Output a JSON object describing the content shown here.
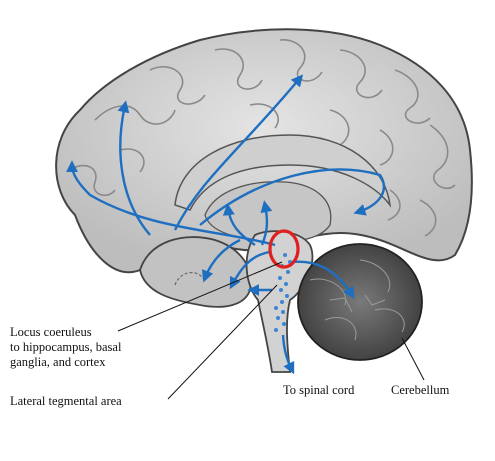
{
  "labels": {
    "locus_coeruleus": [
      "Locus coeruleus",
      "to hippocampus, basal",
      "ganglia, and cortex"
    ],
    "lateral_tegmental": "Lateral tegmental area",
    "spinal_cord": "To spinal cord",
    "cerebellum": "Cerebellum"
  },
  "colors": {
    "pathway": "#1f6fc0",
    "highlight": "#e02020",
    "brain_fill": "#d6d6d6",
    "cerebellum_fill": "#5e5e5e"
  }
}
